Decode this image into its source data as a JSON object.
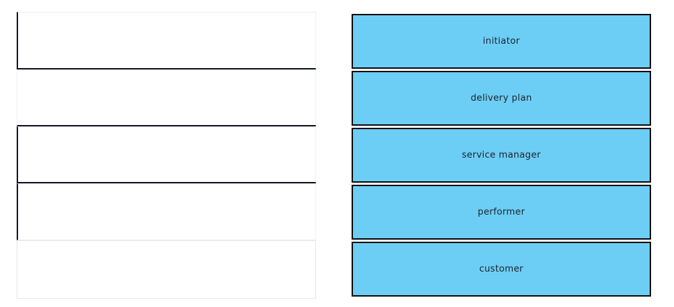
{
  "colors": {
    "background": "#ffffff",
    "tile_fill": "#6ccef5",
    "tile_border": "#0a0a0a",
    "tile_text": "#1e222b",
    "slot_dark_line": "#0e1420",
    "slot_faint_line": "#efefef"
  },
  "drag_drop": {
    "slots": [
      {
        "id": "slot-1"
      },
      {
        "id": "slot-2"
      },
      {
        "id": "slot-3"
      },
      {
        "id": "slot-4"
      },
      {
        "id": "slot-5"
      }
    ],
    "tiles": [
      {
        "label": "initiator"
      },
      {
        "label": "delivery plan"
      },
      {
        "label": "service manager"
      },
      {
        "label": "performer"
      },
      {
        "label": "customer"
      }
    ]
  }
}
